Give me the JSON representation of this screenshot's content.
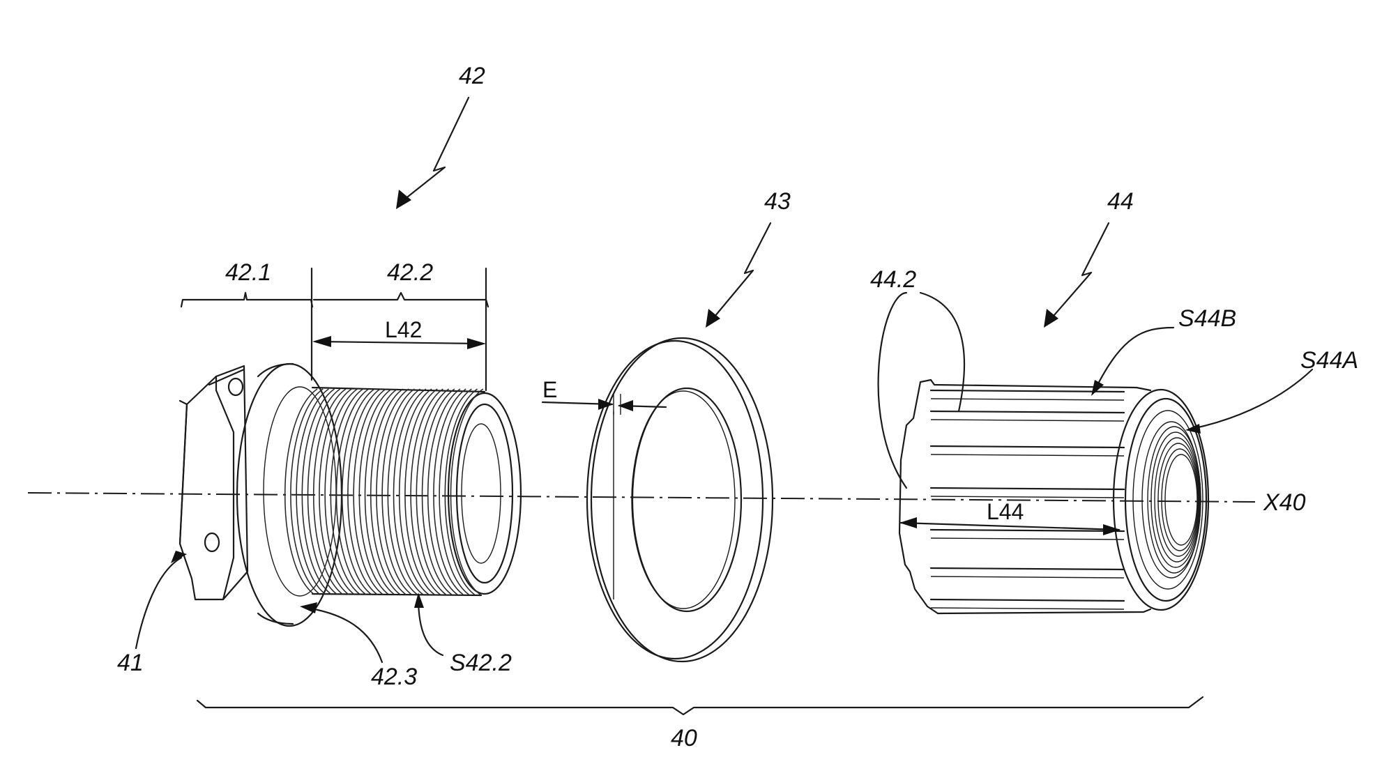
{
  "figure": {
    "labels": {
      "assembly": "40",
      "body": "41",
      "part_nut": "42",
      "washer": "43",
      "part_body": "44",
      "section_42_1": "42.1",
      "section_42_2": "42.2",
      "section_42_3": "42.3",
      "thread_surface": "S42.2",
      "length_42": "L42",
      "thickness": "E",
      "spline": "44.2",
      "surface_b": "S44B",
      "surface_a": "S44A",
      "length_44": "L44",
      "axis": "X40"
    }
  }
}
